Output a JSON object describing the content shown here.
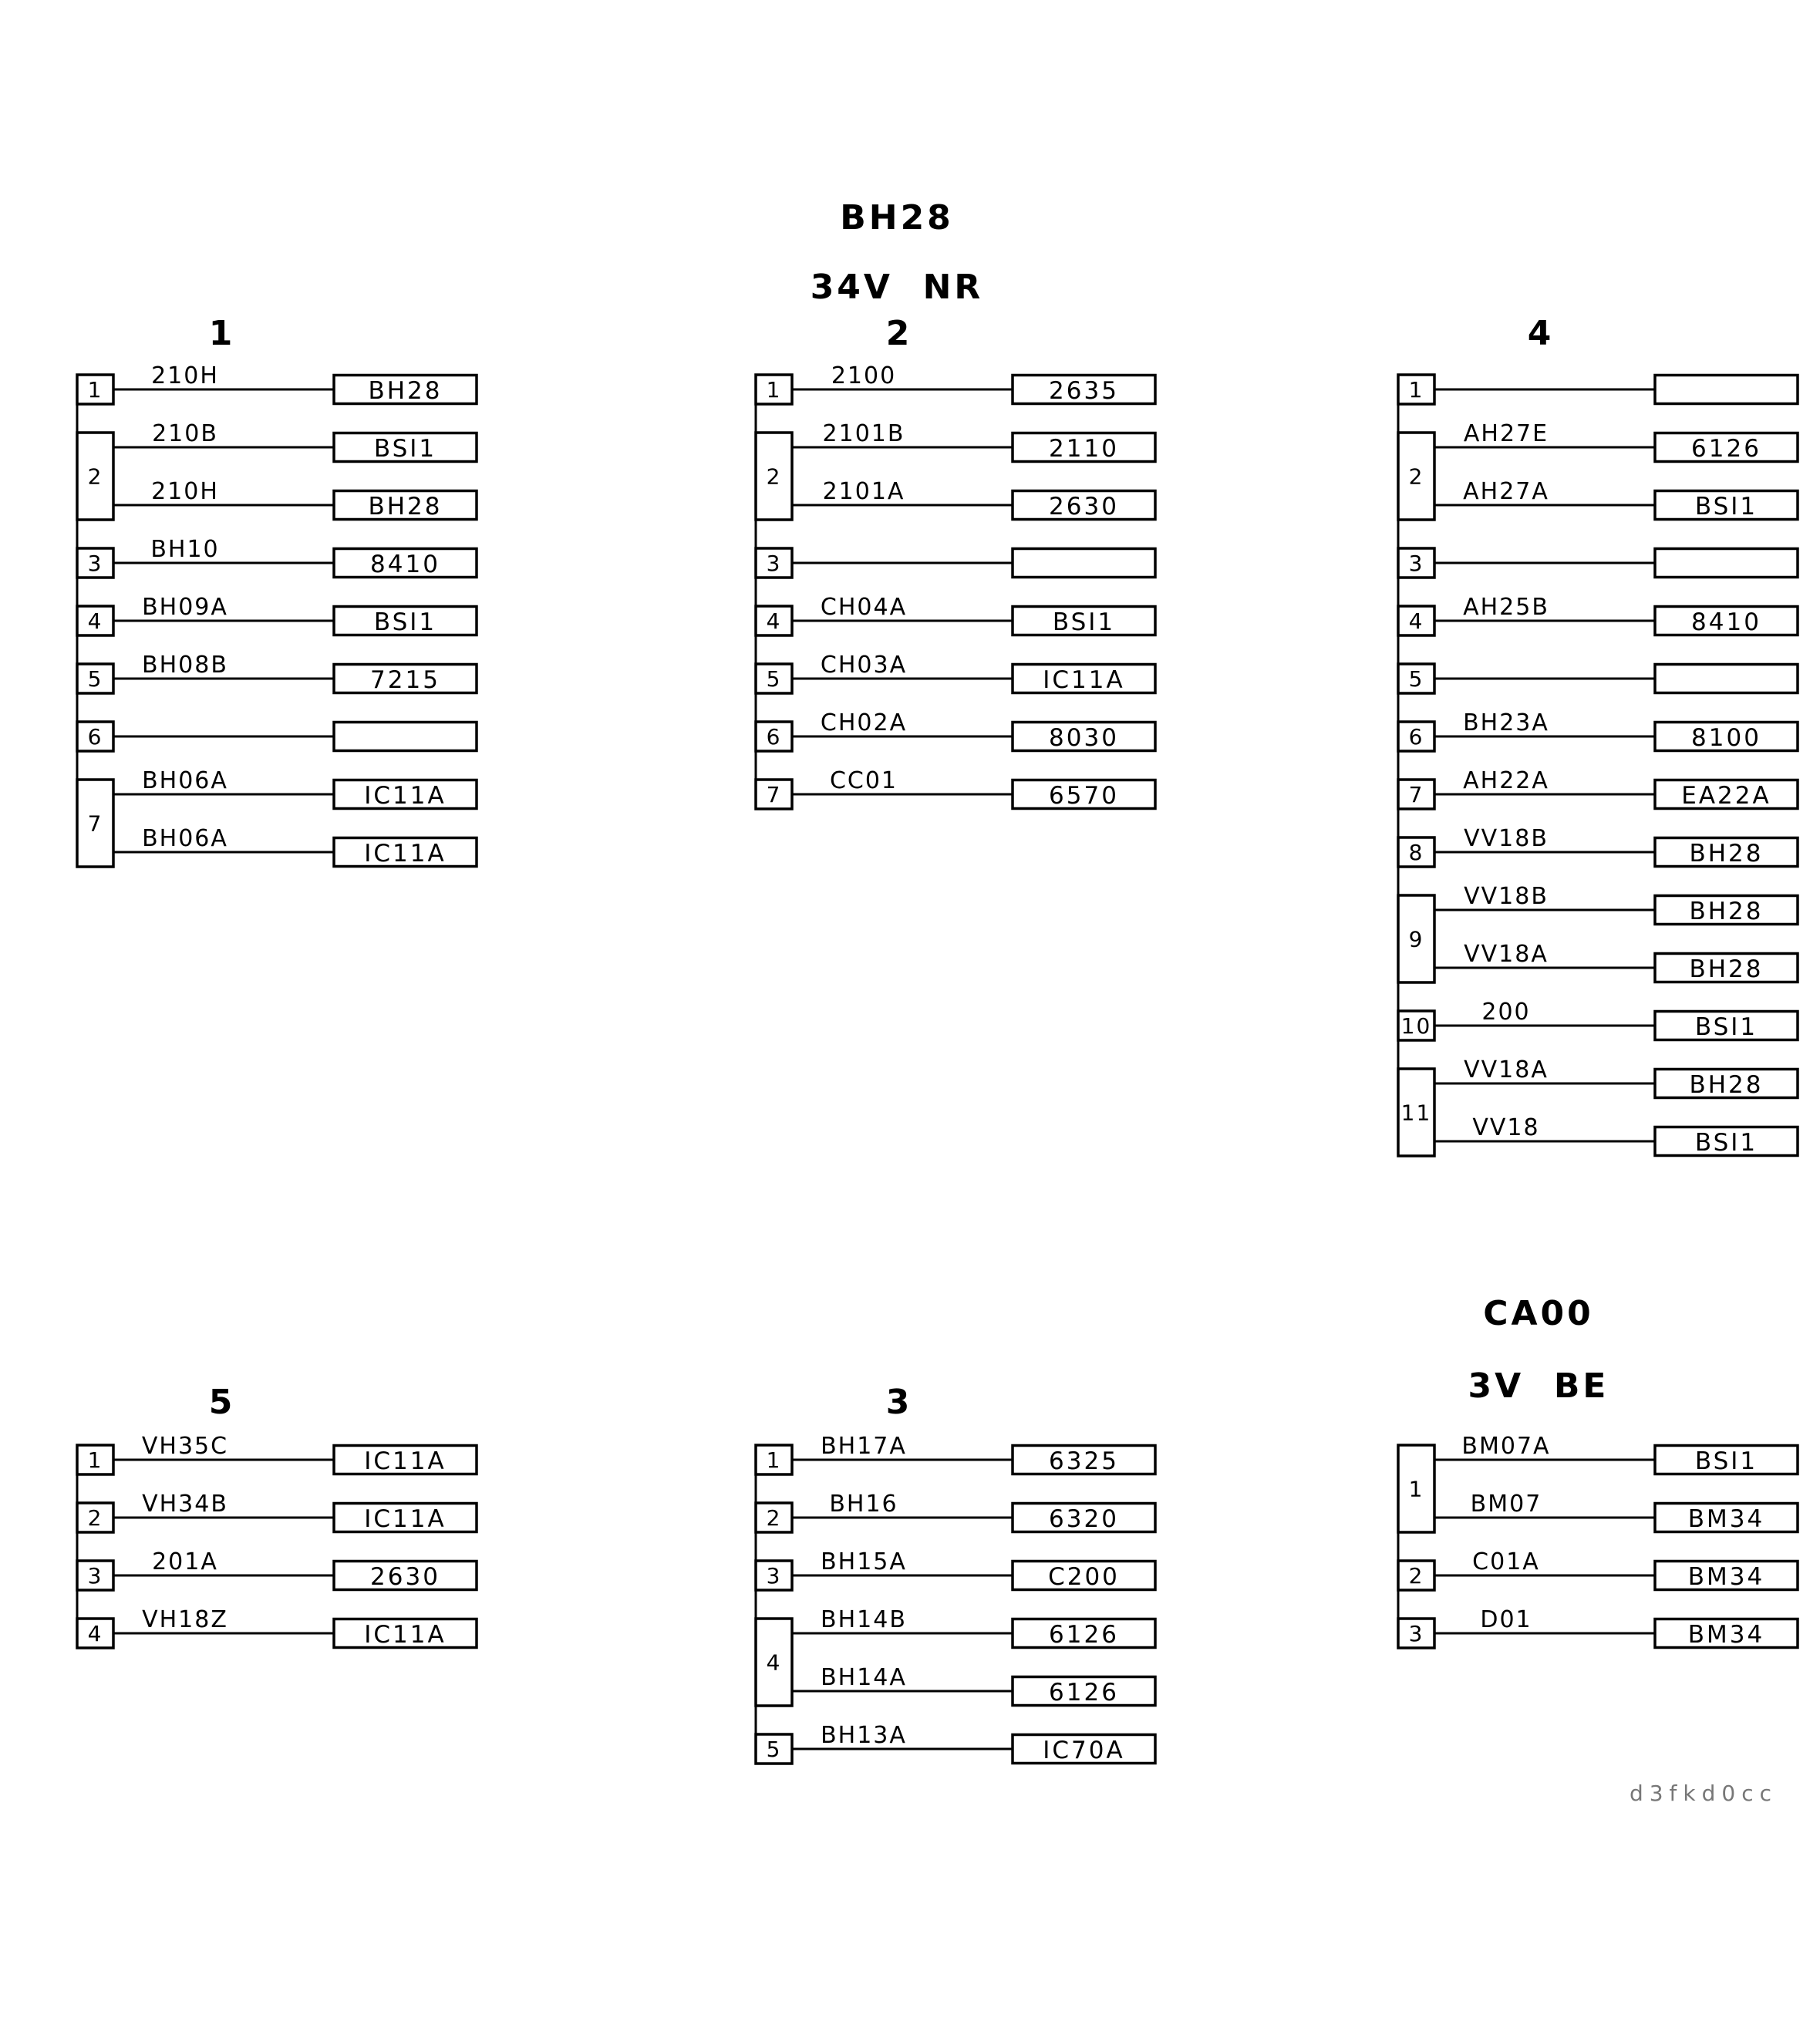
{
  "title": "BH28",
  "subtitle": "34V  NR",
  "secondary_title": "CA00",
  "secondary_subtitle": "3V  BE",
  "stamp": "d3fkd0cc",
  "connectors": [
    {
      "id": "1",
      "pins": [
        {
          "pin": "1",
          "wires": [
            {
              "wire": "210H",
              "dest": "BH28"
            }
          ]
        },
        {
          "pin": "2",
          "wires": [
            {
              "wire": "210B",
              "dest": "BSI1"
            },
            {
              "wire": "210H",
              "dest": "BH28"
            }
          ]
        },
        {
          "pin": "3",
          "wires": [
            {
              "wire": "BH10",
              "dest": "8410"
            }
          ]
        },
        {
          "pin": "4",
          "wires": [
            {
              "wire": "BH09A",
              "dest": "BSI1"
            }
          ]
        },
        {
          "pin": "5",
          "wires": [
            {
              "wire": "BH08B",
              "dest": "7215"
            }
          ]
        },
        {
          "pin": "6",
          "wires": [
            {
              "wire": "",
              "dest": ""
            }
          ]
        },
        {
          "pin": "7",
          "wires": [
            {
              "wire": "BH06A",
              "dest": "IC11A"
            },
            {
              "wire": "BH06A",
              "dest": "IC11A"
            }
          ]
        }
      ]
    },
    {
      "id": "2",
      "pins": [
        {
          "pin": "1",
          "wires": [
            {
              "wire": "2100",
              "dest": "2635"
            }
          ]
        },
        {
          "pin": "2",
          "wires": [
            {
              "wire": "2101B",
              "dest": "2110"
            },
            {
              "wire": "2101A",
              "dest": "2630"
            }
          ]
        },
        {
          "pin": "3",
          "wires": [
            {
              "wire": "",
              "dest": ""
            }
          ]
        },
        {
          "pin": "4",
          "wires": [
            {
              "wire": "CH04A",
              "dest": "BSI1"
            }
          ]
        },
        {
          "pin": "5",
          "wires": [
            {
              "wire": "CH03A",
              "dest": "IC11A"
            }
          ]
        },
        {
          "pin": "6",
          "wires": [
            {
              "wire": "CH02A",
              "dest": "8030"
            }
          ]
        },
        {
          "pin": "7",
          "wires": [
            {
              "wire": "CC01",
              "dest": "6570"
            }
          ]
        }
      ]
    },
    {
      "id": "4",
      "pins": [
        {
          "pin": "1",
          "wires": [
            {
              "wire": "",
              "dest": ""
            }
          ]
        },
        {
          "pin": "2",
          "wires": [
            {
              "wire": "AH27E",
              "dest": "6126"
            },
            {
              "wire": "AH27A",
              "dest": "BSI1"
            }
          ]
        },
        {
          "pin": "3",
          "wires": [
            {
              "wire": "",
              "dest": ""
            }
          ]
        },
        {
          "pin": "4",
          "wires": [
            {
              "wire": "AH25B",
              "dest": "8410"
            }
          ]
        },
        {
          "pin": "5",
          "wires": [
            {
              "wire": "",
              "dest": ""
            }
          ]
        },
        {
          "pin": "6",
          "wires": [
            {
              "wire": "BH23A",
              "dest": "8100"
            }
          ]
        },
        {
          "pin": "7",
          "wires": [
            {
              "wire": "AH22A",
              "dest": "EA22A"
            }
          ]
        },
        {
          "pin": "8",
          "wires": [
            {
              "wire": "VV18B",
              "dest": "BH28"
            }
          ]
        },
        {
          "pin": "9",
          "wires": [
            {
              "wire": "VV18B",
              "dest": "BH28"
            },
            {
              "wire": "VV18A",
              "dest": "BH28"
            }
          ]
        },
        {
          "pin": "10",
          "wires": [
            {
              "wire": "200",
              "dest": "BSI1"
            }
          ]
        },
        {
          "pin": "11",
          "wires": [
            {
              "wire": "VV18A",
              "dest": "BH28"
            },
            {
              "wire": "VV18",
              "dest": "BSI1"
            }
          ]
        }
      ]
    },
    {
      "id": "5",
      "pins": [
        {
          "pin": "1",
          "wires": [
            {
              "wire": "VH35C",
              "dest": "IC11A"
            }
          ]
        },
        {
          "pin": "2",
          "wires": [
            {
              "wire": "VH34B",
              "dest": "IC11A"
            }
          ]
        },
        {
          "pin": "3",
          "wires": [
            {
              "wire": "201A",
              "dest": "2630"
            }
          ]
        },
        {
          "pin": "4",
          "wires": [
            {
              "wire": "VH18Z",
              "dest": "IC11A"
            }
          ]
        }
      ]
    },
    {
      "id": "3",
      "pins": [
        {
          "pin": "1",
          "wires": [
            {
              "wire": "BH17A",
              "dest": "6325"
            }
          ]
        },
        {
          "pin": "2",
          "wires": [
            {
              "wire": "BH16",
              "dest": "6320"
            }
          ]
        },
        {
          "pin": "3",
          "wires": [
            {
              "wire": "BH15A",
              "dest": "C200"
            }
          ]
        },
        {
          "pin": "4",
          "wires": [
            {
              "wire": "BH14B",
              "dest": "6126"
            },
            {
              "wire": "BH14A",
              "dest": "6126"
            }
          ]
        },
        {
          "pin": "5",
          "wires": [
            {
              "wire": "BH13A",
              "dest": "IC70A"
            }
          ]
        }
      ]
    },
    {
      "id": "",
      "pins": [
        {
          "pin": "1",
          "wires": [
            {
              "wire": "BM07A",
              "dest": "BSI1"
            },
            {
              "wire": "BM07",
              "dest": "BM34"
            }
          ]
        },
        {
          "pin": "2",
          "wires": [
            {
              "wire": "C01A",
              "dest": "BM34"
            }
          ]
        },
        {
          "pin": "3",
          "wires": [
            {
              "wire": "D01",
              "dest": "BM34"
            }
          ]
        }
      ]
    }
  ]
}
